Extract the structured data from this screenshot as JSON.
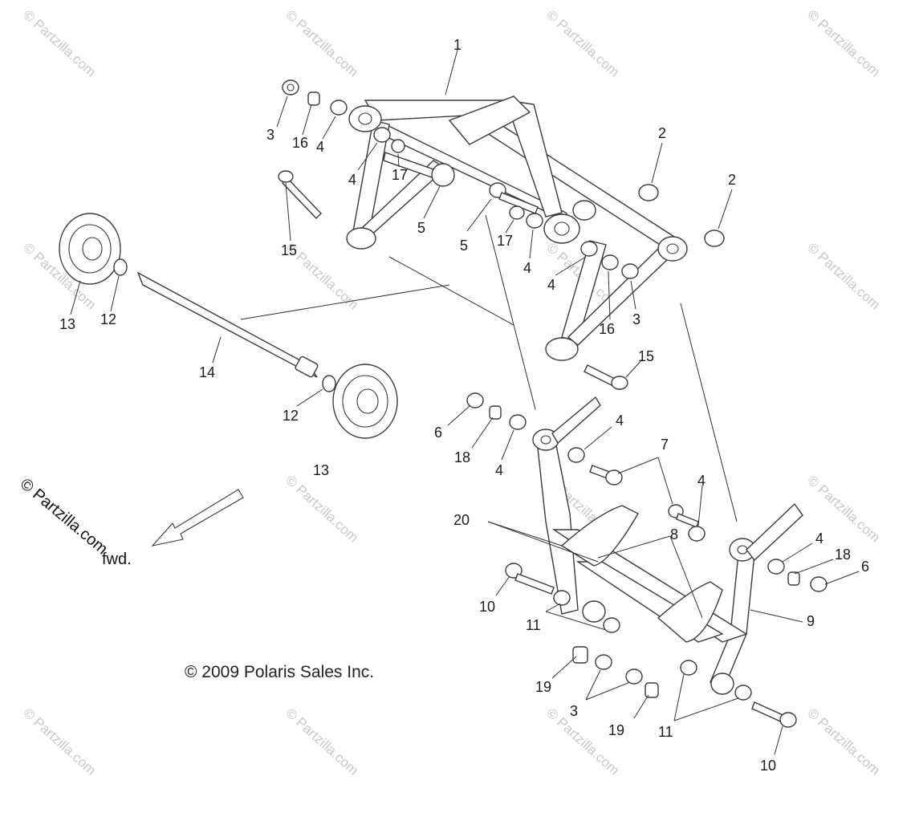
{
  "watermark_text": "© Partzilla.com",
  "brand_watermark": "© Partzilla.com",
  "copyright": "© 2009 Polaris Sales Inc.",
  "direction_label": "fwd.",
  "callouts": [
    "1",
    "2",
    "2",
    "3",
    "16",
    "4",
    "4",
    "17",
    "5",
    "5",
    "17",
    "4",
    "4",
    "16",
    "3",
    "15",
    "15",
    "13",
    "12",
    "14",
    "12",
    "13",
    "6",
    "18",
    "4",
    "4",
    "7",
    "4",
    "20",
    "8",
    "4",
    "18",
    "6",
    "10",
    "11",
    "9",
    "19",
    "3",
    "19",
    "11",
    "10"
  ],
  "colors": {
    "line": "#3a3a3a",
    "watermark": "#c8c8c8",
    "background": "#ffffff"
  }
}
